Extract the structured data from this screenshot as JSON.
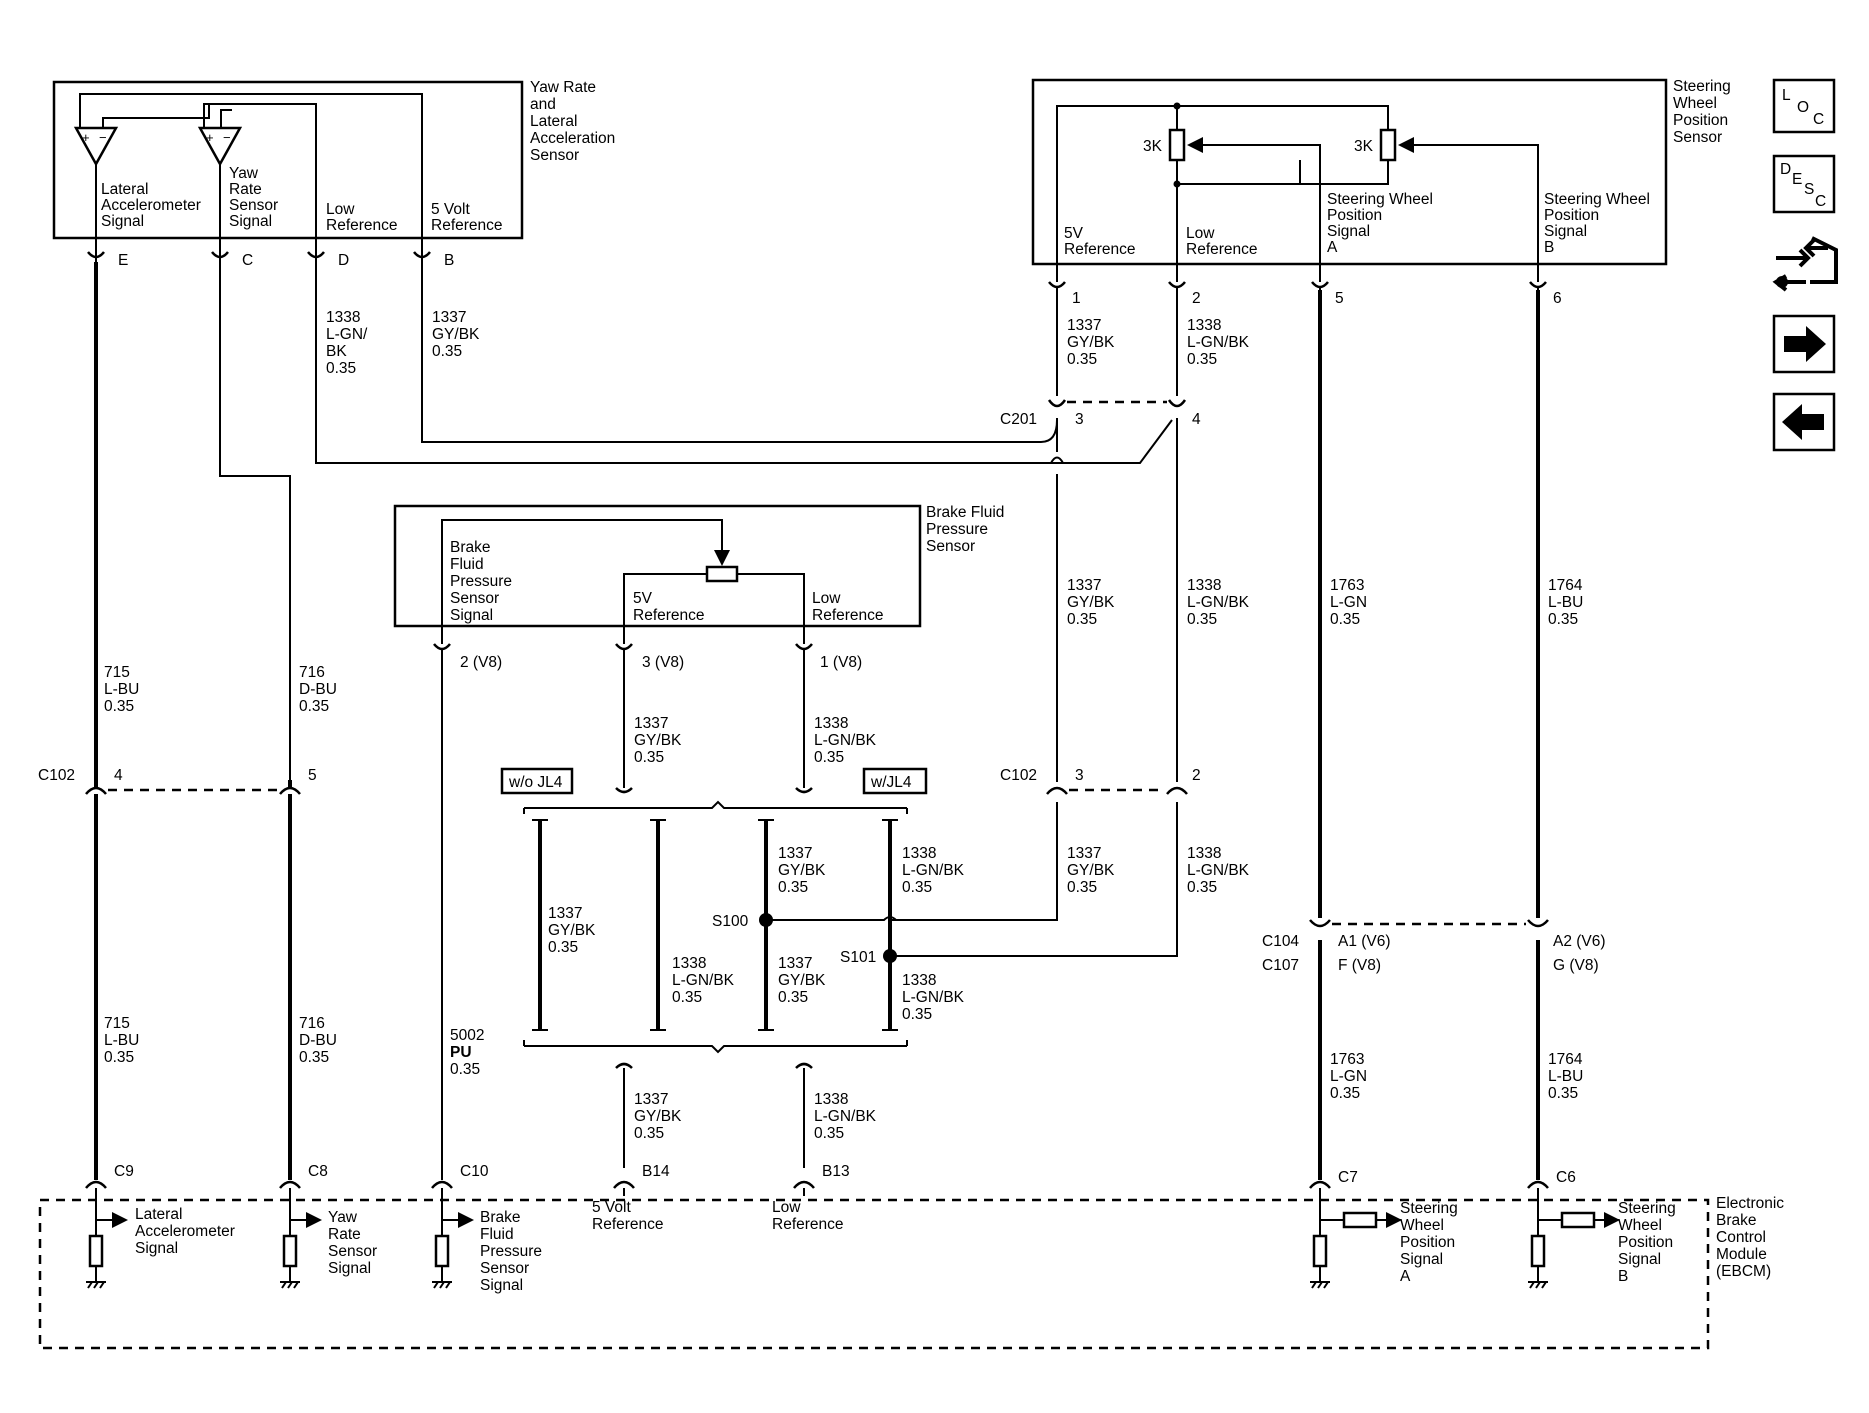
{
  "components": {
    "yaw_sensor": {
      "title": [
        "Yaw Rate",
        "and",
        "Lateral",
        "Acceleration",
        "Sensor"
      ],
      "pins": [
        {
          "label": [
            "Lateral",
            "Accelerometer",
            "Signal"
          ],
          "pin": "E"
        },
        {
          "label": [
            "Yaw",
            "Rate",
            "Sensor",
            "Signal"
          ],
          "pin": "C"
        },
        {
          "label": [
            "Low",
            "Reference"
          ],
          "pin": "D"
        },
        {
          "label": [
            "5 Volt",
            "Reference"
          ],
          "pin": "B"
        }
      ]
    },
    "steering_sensor": {
      "title": [
        "Steering",
        "Wheel",
        "Position",
        "Sensor"
      ],
      "resistor_1": "3K",
      "resistor_2": "3K",
      "pins": [
        {
          "label": [
            "5V",
            "Reference"
          ],
          "pin": "1"
        },
        {
          "label": [
            "Low",
            "Reference"
          ],
          "pin": "2"
        },
        {
          "label": [
            "Steering Wheel",
            "Position",
            "Signal",
            "A"
          ],
          "pin": "5"
        },
        {
          "label": [
            "Steering Wheel",
            "Position",
            "Signal",
            "B"
          ],
          "pin": "6"
        }
      ]
    },
    "brake_sensor": {
      "title": [
        "Brake Fluid",
        "Pressure",
        "Sensor"
      ],
      "pins": [
        {
          "label": [
            "Brake",
            "Fluid",
            "Pressure",
            "Sensor",
            "Signal"
          ],
          "pin": "2 (V8)"
        },
        {
          "label": [
            "5V",
            "Reference"
          ],
          "pin": "3 (V8)"
        },
        {
          "label": [
            "Low",
            "Reference"
          ],
          "pin": "1 (V8)"
        }
      ]
    },
    "ebcm": {
      "title": [
        "Electronic",
        "Brake",
        "Control",
        "Module",
        "(EBCM)"
      ],
      "pins": [
        {
          "pin": "C9",
          "label": [
            "Lateral",
            "Accelerometer",
            "Signal"
          ]
        },
        {
          "pin": "C8",
          "label": [
            "Yaw",
            "Rate",
            "Sensor",
            "Signal"
          ]
        },
        {
          "pin": "C10",
          "label": [
            "Brake",
            "Fluid",
            "Pressure",
            "Sensor",
            "Signal"
          ]
        },
        {
          "pin": "B14",
          "label": [
            "5 Volt",
            "Reference"
          ]
        },
        {
          "pin": "B13",
          "label": [
            "Low",
            "Reference"
          ]
        },
        {
          "pin": "C7",
          "label": [
            "Steering",
            "Wheel",
            "Position",
            "Signal",
            "A"
          ]
        },
        {
          "pin": "C6",
          "label": [
            "Steering",
            "Wheel",
            "Position",
            "Signal",
            "B"
          ]
        }
      ]
    }
  },
  "wire_labels": {
    "w_1338_yaw": [
      "1338",
      "L-GN/",
      "BK",
      "0.35"
    ],
    "w_1337_yaw": [
      "1337",
      "GY/BK",
      "0.35"
    ],
    "w_1337_sw": [
      "1337",
      "GY/BK",
      "0.35"
    ],
    "w_1338_sw": [
      "1338",
      "L-GN/BK",
      "0.35"
    ],
    "w_715_top": [
      "715",
      "L-BU",
      "0.35"
    ],
    "w_716_top": [
      "716",
      "D-BU",
      "0.35"
    ],
    "w_715_bot": [
      "715",
      "L-BU",
      "0.35"
    ],
    "w_716_bot": [
      "716",
      "D-BU",
      "0.35"
    ],
    "w_5002": [
      "5002",
      "PU",
      "0.35"
    ],
    "w_1337_bf": [
      "1337",
      "GY/BK",
      "0.35"
    ],
    "w_1338_bf": [
      "1338",
      "L-GN/BK",
      "0.35"
    ],
    "w_1337_mid": [
      "1337",
      "GY/BK",
      "0.35"
    ],
    "w_1338_mid": [
      "1338",
      "L-GN/BK",
      "0.35"
    ],
    "w_1337_low": [
      "1337",
      "GY/BK",
      "0.35"
    ],
    "w_1338_low": [
      "1338",
      "L-GN/BK",
      "0.35"
    ],
    "w_1337_opt_a": [
      "1337",
      "GY/BK",
      "0.35"
    ],
    "w_1338_opt_b": [
      "1338",
      "L-GN/BK",
      "0.35"
    ],
    "w_1337_opt_c1": [
      "1337",
      "GY/BK",
      "0.35"
    ],
    "w_1337_opt_c2": [
      "1337",
      "GY/BK",
      "0.35"
    ],
    "w_1338_opt_d1": [
      "1338",
      "L-GN/BK",
      "0.35"
    ],
    "w_1338_opt_d2": [
      "1338",
      "L-GN/BK",
      "0.35"
    ],
    "w_1337_ebcm": [
      "1337",
      "GY/BK",
      "0.35"
    ],
    "w_1338_ebcm": [
      "1338",
      "L-GN/BK",
      "0.35"
    ],
    "w_1763_top": [
      "1763",
      "L-GN",
      "0.35"
    ],
    "w_1764_top": [
      "1764",
      "L-BU",
      "0.35"
    ],
    "w_1763_bot": [
      "1763",
      "L-GN",
      "0.35"
    ],
    "w_1764_bot": [
      "1764",
      "L-BU",
      "0.35"
    ]
  },
  "connectors": {
    "c201": {
      "name": "C201",
      "pin_a": "3",
      "pin_b": "4"
    },
    "c102_left": {
      "name": "C102",
      "pin_a": "4",
      "pin_b": "5"
    },
    "c102_right": {
      "name": "C102",
      "pin_a": "3",
      "pin_b": "2"
    },
    "c104": {
      "name": "C104",
      "pin_a": "A1 (V6)",
      "pin_b": "A2 (V6)"
    },
    "c107": {
      "name": "C107",
      "pin_a": "F (V8)",
      "pin_b": "G (V8)"
    }
  },
  "splices": {
    "s100": "S100",
    "s101": "S101"
  },
  "options": {
    "without": "w/o JL4",
    "with": "w/JL4"
  },
  "nav": {
    "loc": {
      "letters": [
        "L",
        "O",
        "C"
      ],
      "icon": "location-icon"
    },
    "desc": {
      "letters": [
        "D",
        "E",
        "S",
        "C"
      ],
      "icon": "description-icon"
    },
    "conn": {
      "icon": "connector-wrench-icon"
    },
    "next": {
      "icon": "arrow-right-icon"
    },
    "prev": {
      "icon": "arrow-left-icon"
    }
  }
}
